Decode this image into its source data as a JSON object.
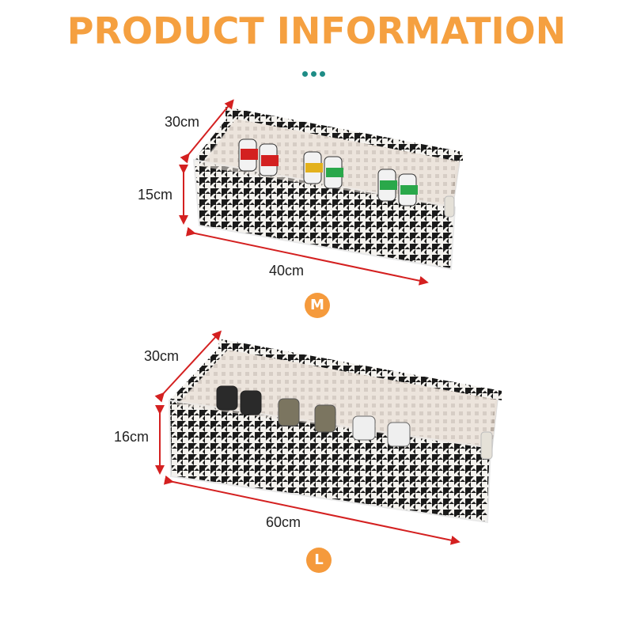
{
  "header": {
    "title": "PRODUCT INFORMATION"
  },
  "products": [
    {
      "size": "M",
      "depth": "30cm",
      "height": "15cm",
      "length": "40cm"
    },
    {
      "size": "L",
      "depth": "30cm",
      "height": "16cm",
      "length": "60cm"
    }
  ],
  "colors": {
    "accent": "#F5A040",
    "badge": "#F59A3C",
    "dots": "#1E8C86",
    "dimension_lines": "#D42020"
  }
}
